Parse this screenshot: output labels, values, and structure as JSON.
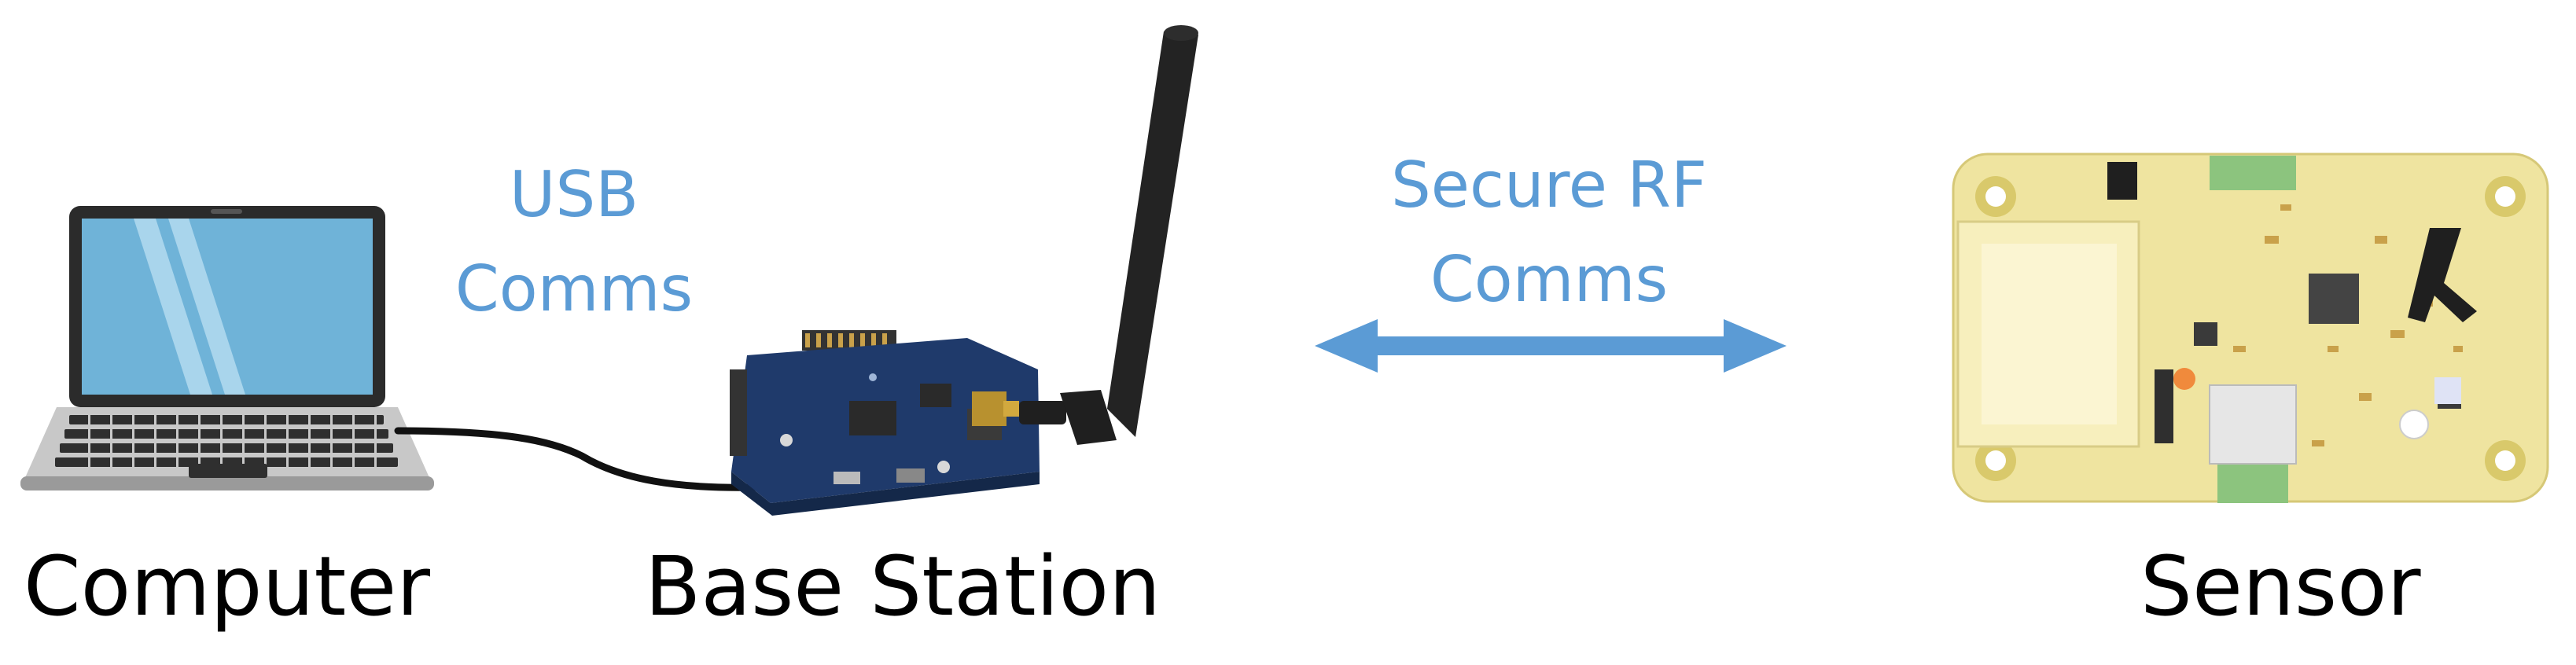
{
  "labels": {
    "computer": "Computer",
    "base_station": "Base Station",
    "sensor": "Sensor",
    "usb_line1": "USB",
    "usb_line2": "Comms",
    "rf_line1": "Secure RF",
    "rf_line2": "Comms"
  },
  "colors": {
    "comm_text": "#5b9bd5",
    "arrow": "#5b9bd5",
    "laptop_body": "#c8c8c8",
    "laptop_screen": "#6fb3d8",
    "board_blue": "#1f3a6b",
    "pcb_yellow": "#efe4a0",
    "antenna": "#1f1f1f"
  },
  "icons": [
    "laptop-icon",
    "base-station-board-icon",
    "antenna-icon",
    "sensor-pcb-icon",
    "bidirectional-arrow-icon",
    "usb-cable-icon"
  ]
}
